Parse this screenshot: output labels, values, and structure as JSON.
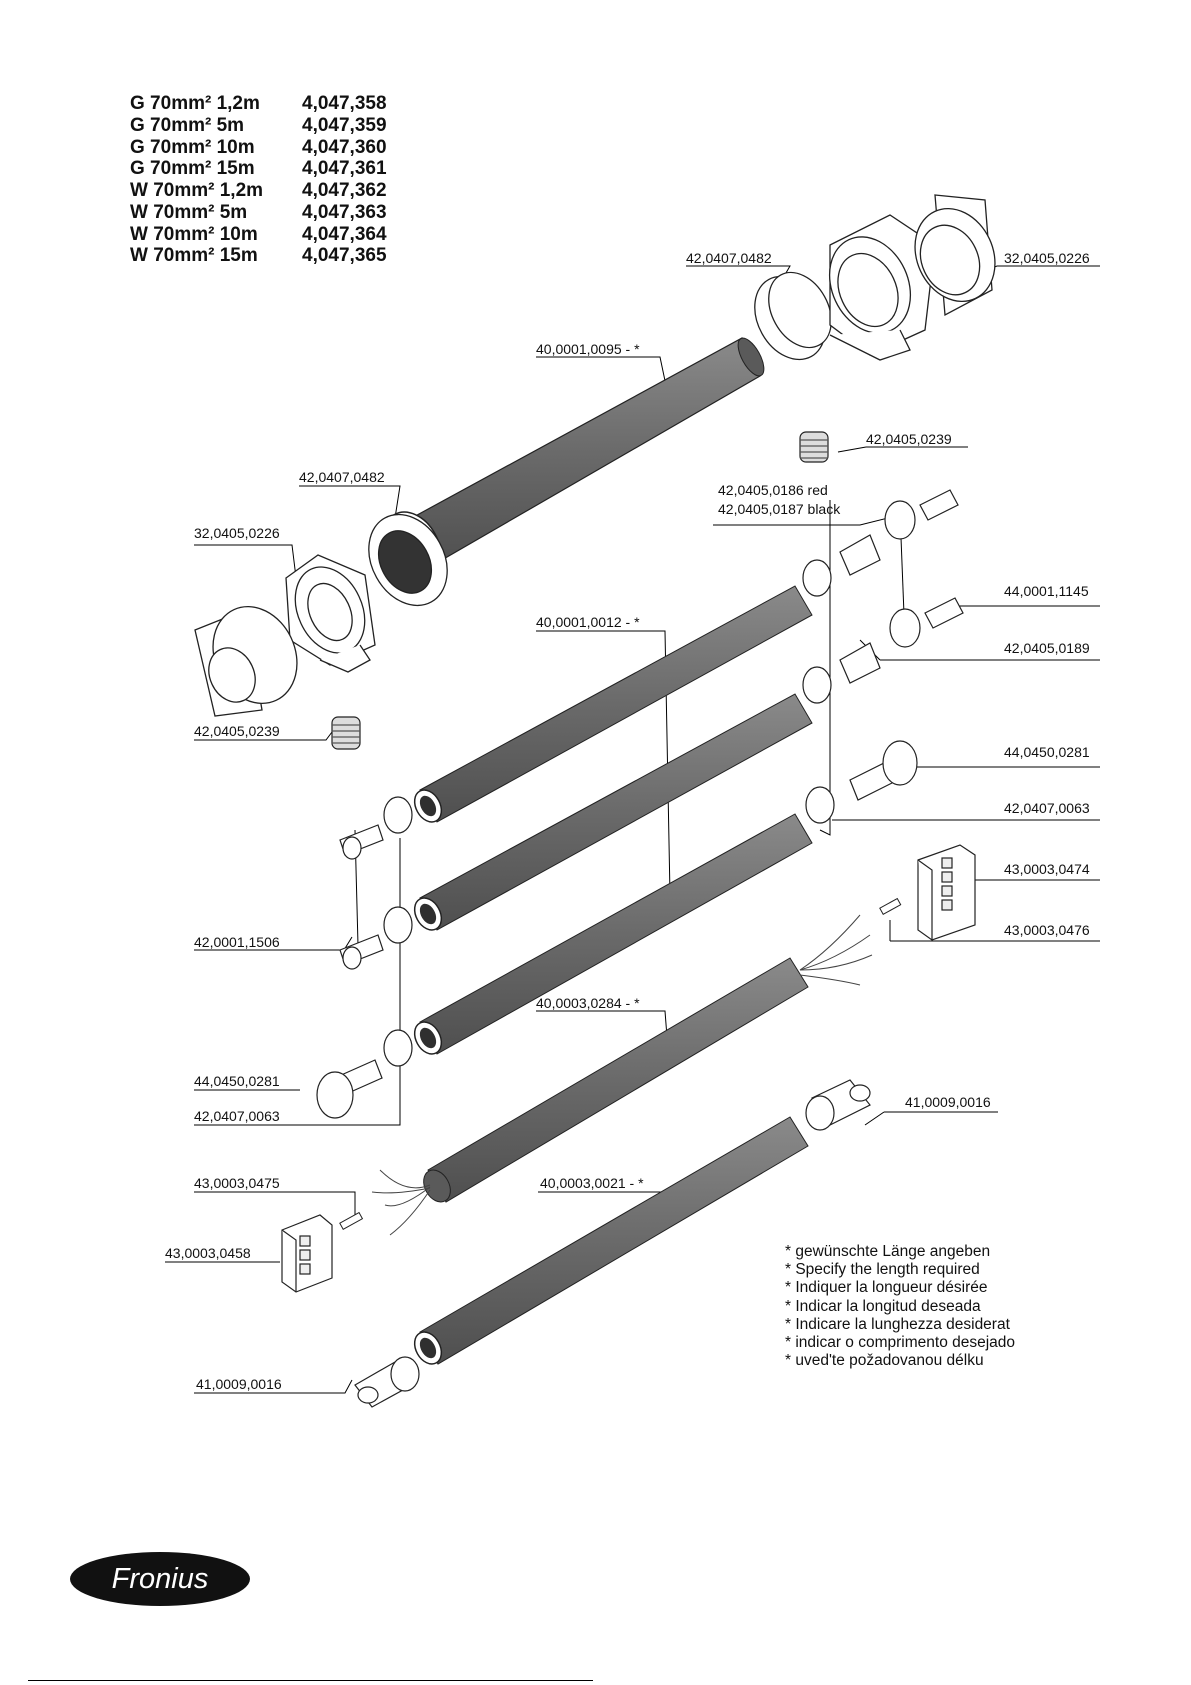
{
  "variants": [
    {
      "name": "G 70mm² 1,2m",
      "part": "4,047,358"
    },
    {
      "name": "G 70mm² 5m",
      "part": "4,047,359"
    },
    {
      "name": "G 70mm² 10m",
      "part": "4,047,360"
    },
    {
      "name": "G 70mm² 15m",
      "part": "4,047,361"
    },
    {
      "name": "W 70mm² 1,2m",
      "part": "4,047,362"
    },
    {
      "name": "W 70mm² 5m",
      "part": "4,047,363"
    },
    {
      "name": "W 70mm² 10m",
      "part": "4,047,364"
    },
    {
      "name": "W 70mm² 15m",
      "part": "4,047,365"
    }
  ],
  "labels": {
    "clamp_top": "42,0407,0482",
    "coupling_top": "32,0405,0226",
    "hose_main": "40,0001,0095 - *",
    "plug_top": "42,0405,0239",
    "nut_red": "42,0405,0186 red",
    "nut_black": "42,0405,0187 black",
    "clamp_left": "42,0407,0482",
    "coupling_left": "32,0405,0226",
    "water_hose": "40,0001,0012 - *",
    "nipple_right": "44,0001,1145",
    "connector_right": "42,0405,0189",
    "plug_left": "42,0405,0239",
    "quick_coupling_right": "44,0450,0281",
    "hose_clip_right": "42,0407,0063",
    "housing_right": "43,0003,0474",
    "pin_right": "43,0003,0476",
    "nipple_left": "42,0001,1506",
    "control_cable": "40,0003,0284 - *",
    "quick_coupling_left": "44,0450,0281",
    "hose_clip_left": "42,0407,0063",
    "cable_lug_right": "41,0009,0016",
    "pin_left": "43,0003,0475",
    "power_cable": "40,0003,0021 - *",
    "housing_left": "43,0003,0458",
    "cable_lug_left": "41,0009,0016"
  },
  "notes": [
    "* gewünschte Länge angeben",
    "* Specify the length required",
    "* Indiquer la longueur désirée",
    "* Indicar la longitud deseada",
    "* Indicare la lunghezza desiderat",
    "* indicar o comprimento desejado",
    "* uved'te požadovanou délku"
  ],
  "logo_text": "Fronius",
  "colors": {
    "hose": "#6e6e6e",
    "line": "#000000",
    "logo_bg": "#111111"
  }
}
